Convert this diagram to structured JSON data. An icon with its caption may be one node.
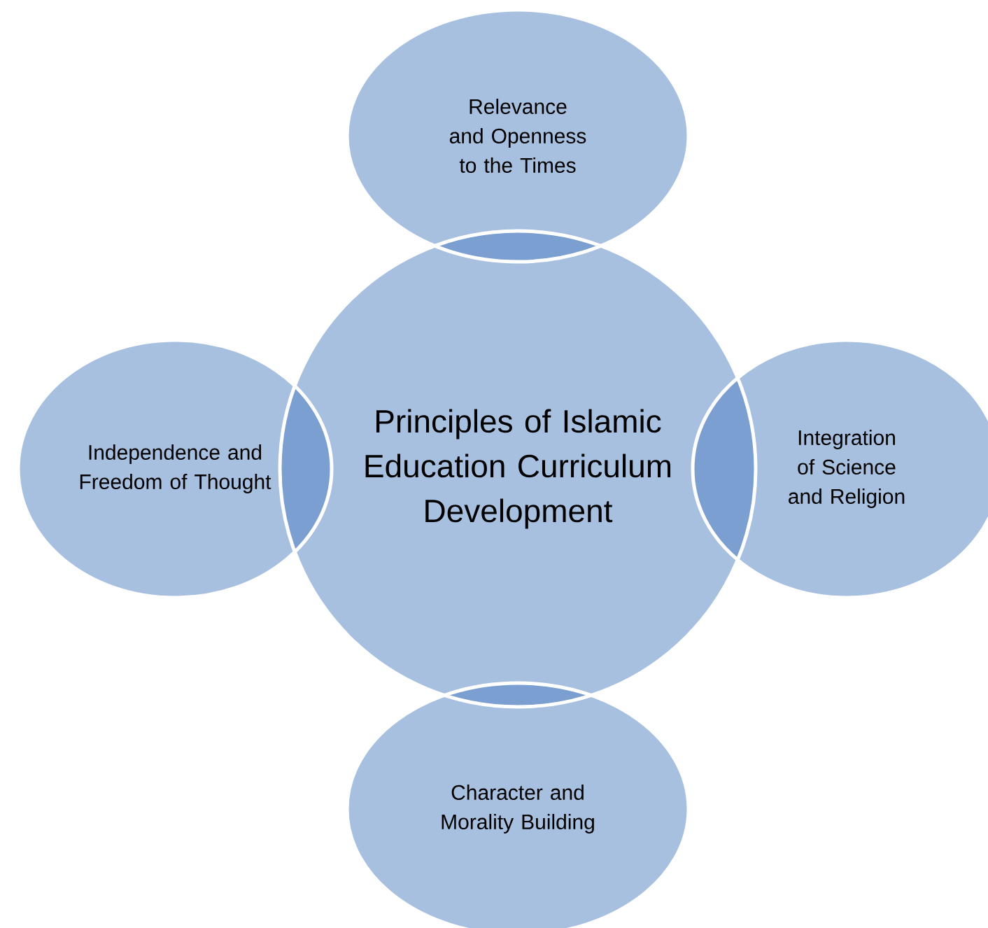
{
  "diagram": {
    "nodes": [
      {
        "text": [
          "Relevance and Openness to the Times"
        ]
      },
      {
        "text": [
          "Independence and Freedom of Thought"
        ]
      },
      {
        "text": [
          "Principles of Islamic Education Curriculum Development"
        ]
      },
      {
        "text": [
          "Integration of Science and Religion"
        ]
      },
      {
        "text": [
          "Character and Morality Building"
        ]
      }
    ]
  }
}
